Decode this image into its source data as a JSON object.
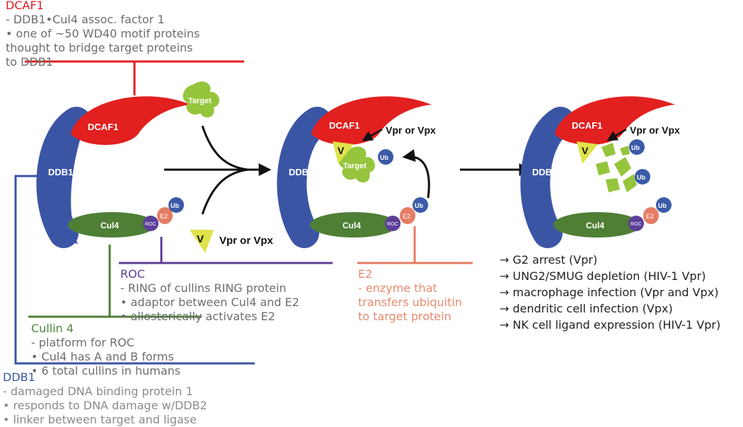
{
  "labels": {
    "dcaf1": {
      "name": "DCAF1",
      "desc": " - DDB1•Cul4 assoc. factor 1",
      "lines": [
        "• one of ~50 WD40 motif proteins",
        "thought to bridge target proteins",
        "to DDB1"
      ]
    },
    "roc": {
      "name": "ROC",
      "desc": " - RING of cullins RING protein",
      "lines": [
        "• adaptor between Cul4 and E2",
        "• allosterically activates E2"
      ]
    },
    "e2": {
      "name": "E2",
      "desc": " - enzyme that",
      "lines": [
        "transfers ubiquitin",
        "to target protein"
      ]
    },
    "cullin4": {
      "name": "Cullin 4",
      "desc": " - platform for  ROC",
      "lines": [
        "• Cul4 has A and B forms",
        "• 6 total cullins in humans"
      ]
    },
    "ddb1": {
      "name": "DDB1",
      "desc": " - damaged DNA binding protein 1",
      "lines": [
        "• responds to DNA damage w/DDB2",
        "• linker between target and ligase"
      ]
    }
  },
  "complex": {
    "ddb1": "DDB1",
    "dcaf1": "DCAF1",
    "cul4": "Cul4",
    "roc": "ROC",
    "e2": "E2",
    "ub": "Ub",
    "target": "Target",
    "v": "V",
    "vpr_vpx": "Vpr or Vpx"
  },
  "outcomes": [
    "→ G2 arrest (Vpr)",
    "→ UNG2/SMUG depletion (HIV-1 Vpr)",
    "→ macrophage infection (Vpr and Vpx)",
    "→ dendritic cell infection (Vpx)",
    "→ NK cell ligand expression (HIV-1 Vpr)"
  ],
  "colors": {
    "ddb1": "#3b55a5",
    "dcaf1": "#e2201f",
    "cul4": "#4e7f35",
    "roc": "#5c3f98",
    "e2": "#e57d64",
    "ub": "#3b5aa8",
    "target": "#95c53c",
    "v": "#dfe24a",
    "text_gray": "#6d6e71"
  }
}
